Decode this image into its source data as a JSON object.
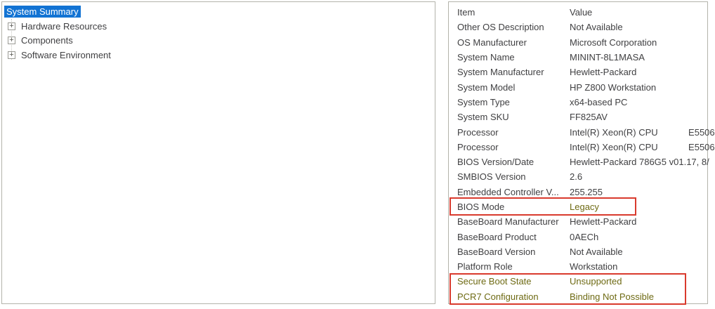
{
  "sidebar": {
    "expand_glyph": "+",
    "items": [
      {
        "label": "System Summary",
        "selected": true
      },
      {
        "label": "Hardware Resources",
        "selected": false
      },
      {
        "label": "Components",
        "selected": false
      },
      {
        "label": "Software Environment",
        "selected": false
      }
    ]
  },
  "main": {
    "columns": {
      "item": "Item",
      "value": "Value"
    },
    "rows": [
      {
        "item": "Other OS Description",
        "value": "Not Available"
      },
      {
        "item": "OS Manufacturer",
        "value": "Microsoft Corporation"
      },
      {
        "item": "System Name",
        "value": "MININT-8L1MASA"
      },
      {
        "item": "System Manufacturer",
        "value": "Hewlett-Packard"
      },
      {
        "item": "System Model",
        "value": "HP Z800 Workstation"
      },
      {
        "item": "System Type",
        "value": "x64-based PC"
      },
      {
        "item": "System SKU",
        "value": "FF825AV"
      },
      {
        "item": "Processor",
        "value": "Intel(R) Xeon(R) CPU            E5506"
      },
      {
        "item": "Processor",
        "value": "Intel(R) Xeon(R) CPU            E5506"
      },
      {
        "item": "BIOS Version/Date",
        "value": "Hewlett-Packard 786G5 v01.17, 8/"
      },
      {
        "item": "SMBIOS Version",
        "value": "2.6"
      },
      {
        "item": "Embedded Controller V...",
        "value": "255.255"
      },
      {
        "item": "BIOS Mode",
        "value": "Legacy"
      },
      {
        "item": "BaseBoard Manufacturer",
        "value": "Hewlett-Packard"
      },
      {
        "item": "BaseBoard Product",
        "value": "0AECh"
      },
      {
        "item": "BaseBoard Version",
        "value": "Not Available"
      },
      {
        "item": "Platform Role",
        "value": "Workstation"
      },
      {
        "item": "Secure Boot State",
        "value": "Unsupported"
      },
      {
        "item": "PCR7 Configuration",
        "value": "Binding Not Possible"
      }
    ]
  },
  "colors": {
    "selection_bg": "#1273d3",
    "selection_text": "#ffffff",
    "text": "#3f3f41",
    "highlight_text": "#6e6a13",
    "annotation_red": "#d93a2d",
    "panel_border": "#b3b3ab",
    "panel_bg": "#ffffff"
  }
}
